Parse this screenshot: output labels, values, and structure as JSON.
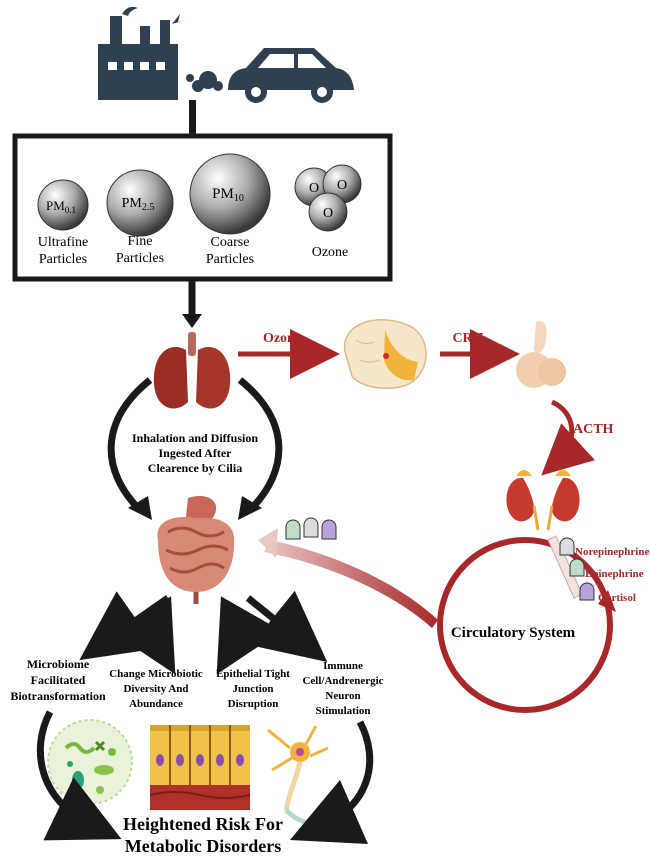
{
  "particles": [
    {
      "symbol": "PM",
      "sub": "0.1",
      "line1": "Ultrafine",
      "line2": "Particles"
    },
    {
      "symbol": "PM",
      "sub": "2.5",
      "line1": "Fine",
      "line2": "Particles"
    },
    {
      "symbol": "PM",
      "sub": "10",
      "line1": "Coarse",
      "line2": "Particles"
    }
  ],
  "ozone": {
    "atom": "O",
    "label": "Ozone"
  },
  "pathway": {
    "ozone_label": "Ozone",
    "crh_label": "CRH",
    "acth_label": "ACTH"
  },
  "inhalation": {
    "line1": "Inhalation and Diffusion",
    "line2": "Ingested After",
    "line3": "Clearence by Cilia"
  },
  "hormones": [
    "Norepinephrine",
    "Epinephrine",
    "Cortisol"
  ],
  "circulatory_label": "Circulatory System",
  "effects": [
    {
      "lines": [
        "Microbiome",
        "Facilitated",
        "Biotransformation"
      ]
    },
    {
      "lines": [
        "Change Microbiotic",
        "Diversity And",
        "Abundance"
      ]
    },
    {
      "lines": [
        "Epithelial Tight",
        "Junction",
        "Disruption"
      ]
    },
    {
      "lines": [
        "Immune",
        "Cell/Andrenergic",
        "Neuron",
        "Stimulation"
      ]
    }
  ],
  "outcome": {
    "line1": "Heightened Risk For",
    "line2": "Metabolic Disorders"
  },
  "colors": {
    "arrow_red": "#a8282a",
    "dark": "#1a1a1a",
    "slate": "#2f4050"
  }
}
